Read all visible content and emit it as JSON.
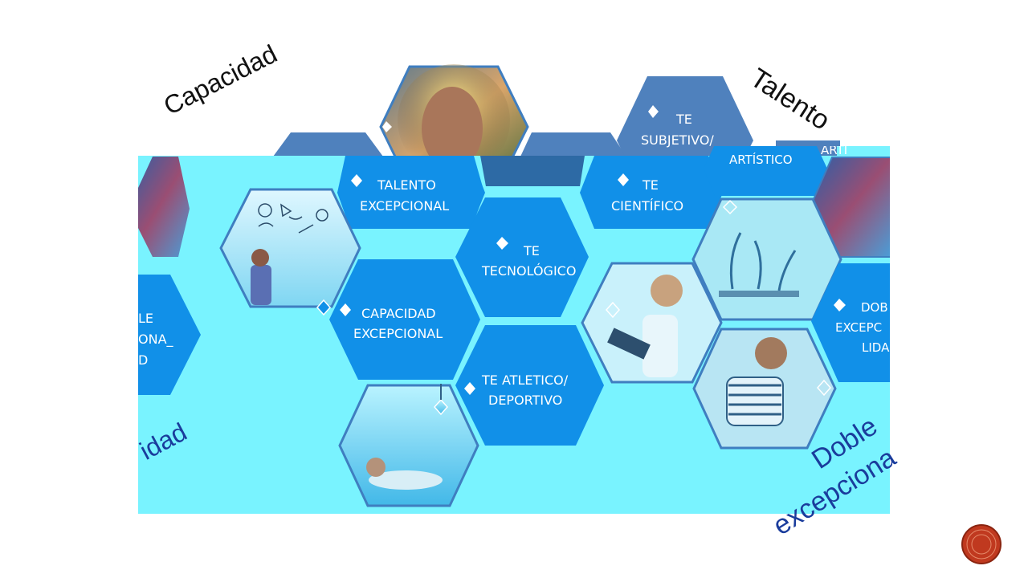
{
  "words": {
    "capacidad": "Capacidad",
    "talento": "Talento",
    "capacidad_partial": "idad",
    "doble": "Doble",
    "excepcional_partial": "excepciona"
  },
  "hexagons": {
    "te_subjetivo": [
      "TE",
      "SUBJETIVO/"
    ],
    "artistico": "ARTÍSTICO",
    "art_partial": "ARTI",
    "talento_excepcional": [
      "TALENTO",
      "EXCEPCIONAL"
    ],
    "te_cientifico": [
      "TE",
      "CIENTÍFICO"
    ],
    "te_tecnologico": [
      "TE",
      "TECNOLÓGICO"
    ],
    "capacidad_excepcional": [
      "CAPACIDAD",
      "EXCEPCIONAL"
    ],
    "te_atletico": [
      "TE ATLETICO/",
      "DEPORTIVO"
    ],
    "left_partial": [
      "LE",
      "ONA_",
      "D"
    ],
    "right_partial": [
      "DOB",
      "EXCEPC",
      "LIDA"
    ]
  },
  "colors": {
    "panel": "#79f3ff",
    "hex_blue": "#1190e8",
    "hex_steel": "#4f81bd",
    "nav_button": "#c0391f"
  },
  "icons": {
    "nav": "slide-nav-icon"
  }
}
